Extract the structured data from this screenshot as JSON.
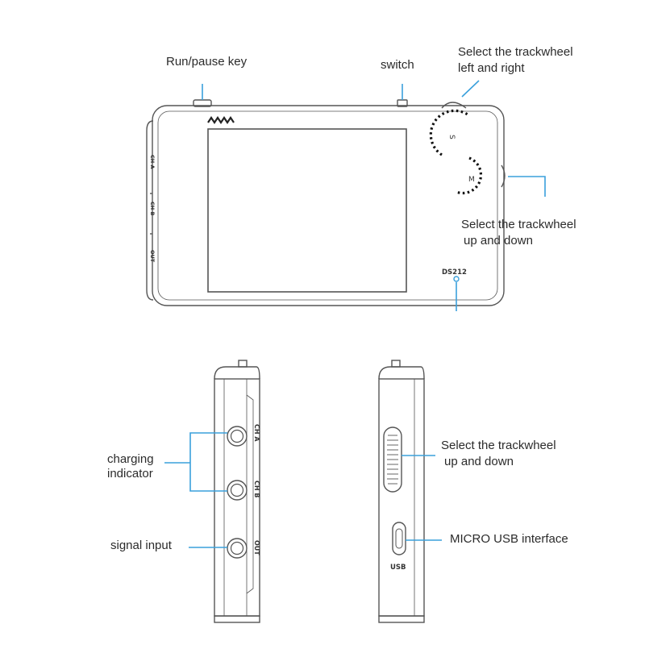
{
  "labels": {
    "run_pause_key": "Run/pause key",
    "switch": "switch",
    "trackwheel_lr_1": "Select the trackwheel",
    "trackwheel_lr_2": "left and right",
    "trackwheel_ud_top_1": "Select the trackwheel",
    "trackwheel_ud_top_2": "up and down",
    "charging_1": "charging",
    "charging_2": "indicator",
    "signal_input": "signal input",
    "trackwheel_ud_side_1": "Select the trackwheel",
    "trackwheel_ud_side_2": "up and down",
    "micro_usb": "MICRO USB interface"
  },
  "device": {
    "model": "DS212",
    "port_ch_a": "CH A",
    "port_ch_b": "CH B",
    "port_out": "OUT",
    "button_s": "S",
    "button_m": "M",
    "usb": "USB"
  },
  "colors": {
    "callout": "#3aa0dc",
    "outline": "#555555",
    "text": "#2b2b2b"
  }
}
